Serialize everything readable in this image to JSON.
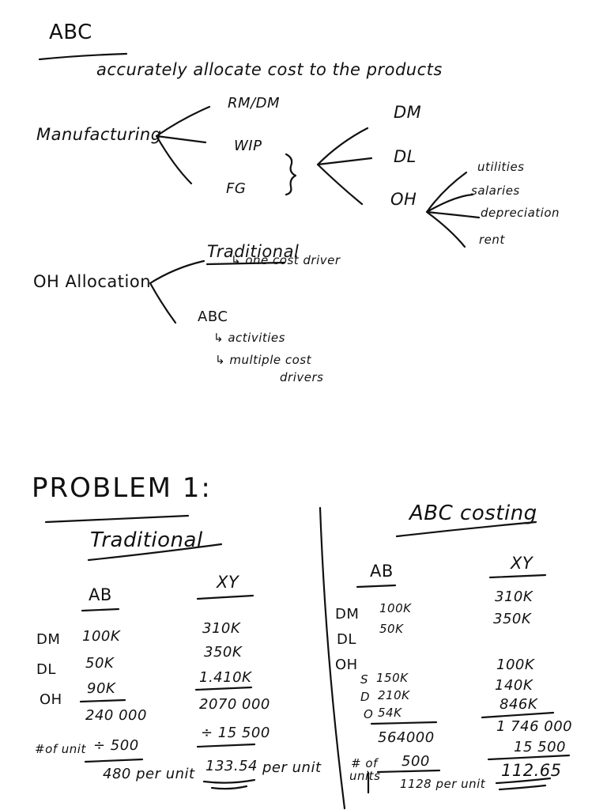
{
  "notes": {
    "heading": "ABC",
    "definition": "accurately allocate cost to the products",
    "manufacturing": {
      "label": "Manufacturing",
      "stages": [
        "RM/DM",
        "WIP",
        "FG"
      ],
      "components": [
        "DM",
        "DL",
        "OH"
      ],
      "oh_items": [
        "utilities",
        "salaries",
        "depreciation",
        "rent"
      ]
    },
    "oh_allocation": {
      "label": "OH Allocation",
      "traditional": "Traditional",
      "traditional_note": "↳ one cost driver",
      "abc": "ABC",
      "abc_note_1": "↳ activities",
      "abc_note_2": "↳ multiple cost",
      "abc_note_3": "drivers"
    }
  },
  "problem": {
    "title": "PROBLEM 1:",
    "traditional": {
      "heading": "Traditional",
      "col_ab": "AB",
      "col_xy": "XY",
      "row_labels": [
        "DM",
        "DL",
        "OH"
      ],
      "ab": {
        "dm": "100K",
        "dl": "50K",
        "oh": "90K",
        "total": "240 000",
        "units": "÷ 500",
        "per_unit": "480 per unit"
      },
      "xy": {
        "dm": "310K",
        "dl": "350K",
        "oh": "1.410K",
        "total": "2070 000",
        "units": "÷ 15 500",
        "per_unit": "133.54",
        "per_unit_suffix": "per unit"
      },
      "units_label": "#of unit"
    },
    "abc": {
      "heading": "ABC costing",
      "col_ab": "AB",
      "col_xy": "XY",
      "row_labels": [
        "DM",
        "DL",
        "OH"
      ],
      "oh_sub_labels": [
        "S",
        "D",
        "O"
      ],
      "ab": {
        "dm": "100K",
        "dl": "50K",
        "oh_s": "150K",
        "oh_d": "210K",
        "oh_o": "54K",
        "total": "564000",
        "units": "500",
        "per_unit": "1128 per unit"
      },
      "xy": {
        "dm": "310K",
        "dl": "350K",
        "oh_s": "100K",
        "oh_d": "140K",
        "oh_o": "846K",
        "total": "1 746 000",
        "units": "15 500",
        "per_unit": "112.65"
      },
      "units_label_1": "# of",
      "units_label_2": "units"
    }
  }
}
